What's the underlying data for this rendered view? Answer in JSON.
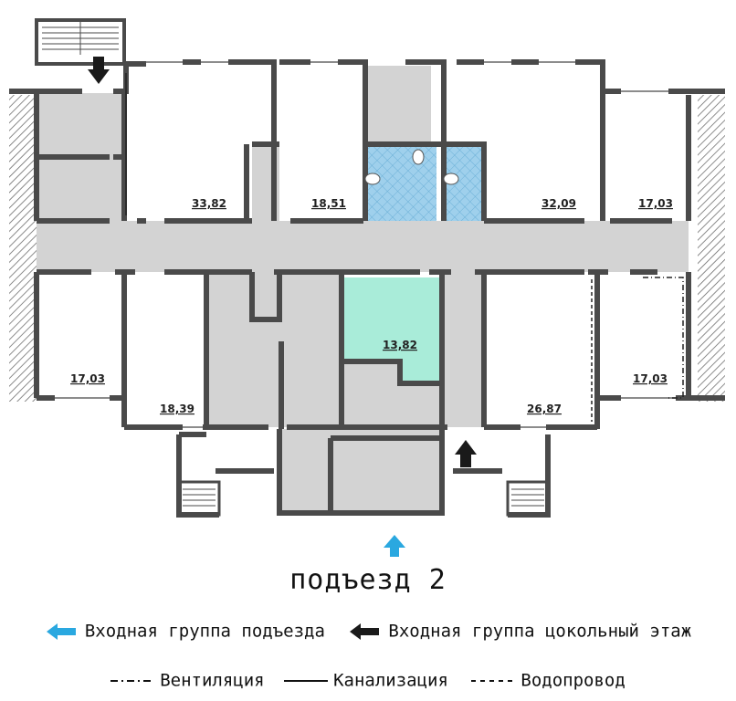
{
  "rooms": [
    {
      "id": "r1",
      "area": "33,82"
    },
    {
      "id": "r2",
      "area": "18,51"
    },
    {
      "id": "r3",
      "area": "32,09"
    },
    {
      "id": "r4",
      "area": "17,03"
    },
    {
      "id": "r5",
      "area": "17,03"
    },
    {
      "id": "r6",
      "area": "18,39"
    },
    {
      "id": "r7",
      "area": "13,82"
    },
    {
      "id": "r8",
      "area": "26,87"
    },
    {
      "id": "r9",
      "area": "17,03"
    }
  ],
  "title": "подъезд 2",
  "legend": {
    "entrance_label": "Входная группа подъезда",
    "basement_label": "Входная группа цокольный этаж",
    "ventilation_label": "Вентиляция",
    "sewer_label": "Канализация",
    "water_label": "Водопровод"
  },
  "colors": {
    "wall": "#4a4a4a",
    "common_area": "#d3d3d3",
    "bathroom": "#9fd0ec",
    "highlight_room": "#a9ecd9",
    "entrance_arrow": "#2aa8e0",
    "basement_arrow": "#1a1a1a"
  }
}
